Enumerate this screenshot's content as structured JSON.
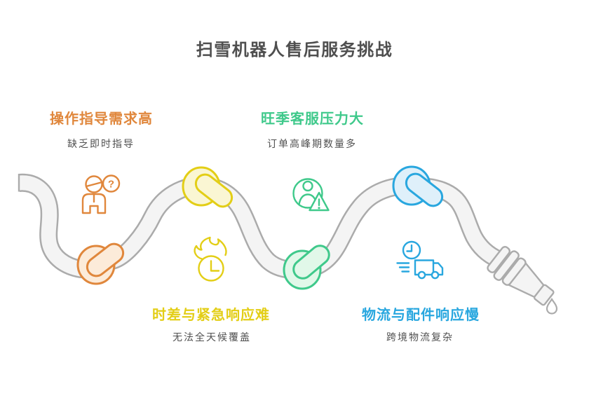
{
  "title": "扫雪机器人售后服务挑战",
  "items": [
    {
      "heading": "操作指导需求高",
      "subtitle": "缺乏即时指导",
      "color": "#E0873C",
      "icon": "user-question-icon"
    },
    {
      "heading": "旺季客服压力大",
      "subtitle": "订单高峰期数量多",
      "color": "#3FC98B",
      "icon": "user-alert-icon"
    },
    {
      "heading": "时差与紧急响应难",
      "subtitle": "无法全天候覆盖",
      "color": "#E3CE16",
      "icon": "flame-clock-icon"
    },
    {
      "heading": "物流与配件响应慢",
      "subtitle": "跨境物流复杂",
      "color": "#29A7DF",
      "icon": "clock-truck-icon"
    }
  ],
  "icon_glyphs": {
    "question_mark": "?"
  },
  "colors": {
    "title_text": "#4F4F4F",
    "subtitle_text": "#505050",
    "rope_fill": "#F4F4F4",
    "rope_stroke": "#ABABAB",
    "orange": "#E0873C",
    "orange_fill": "#FCEBD9",
    "yellow": "#E3CE16",
    "yellow_fill": "#FAF6D3",
    "green": "#3FC98B",
    "green_fill": "#E1F8E9",
    "blue": "#29A7DF",
    "blue_fill": "#DFF0FA"
  }
}
